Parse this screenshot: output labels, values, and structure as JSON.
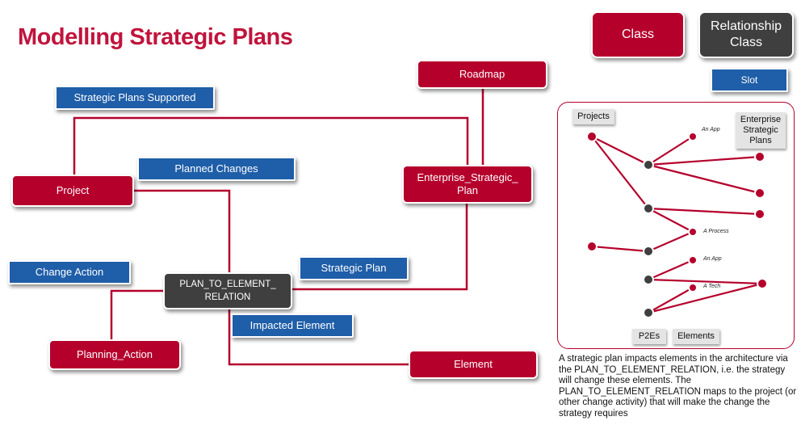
{
  "title": "Modelling Strategic Plans",
  "legend": {
    "class": "Class",
    "relationship_class": "Relationship Class",
    "slot": "Slot"
  },
  "nodes": {
    "roadmap": "Roadmap",
    "enterprise_strategic_plan": "Enterprise_Strategic_ Plan",
    "project": "Project",
    "plan_to_element_relation": "PLAN_TO_ELEMENT_ RELATION",
    "planning_action": "Planning_Action",
    "element": "Element"
  },
  "slots": {
    "strategic_plans_supported": "Strategic Plans Supported",
    "planned_changes": "Planned Changes",
    "change_action": "Change Action",
    "strategic_plan": "Strategic Plan",
    "impacted_element": "Impacted Element"
  },
  "inset": {
    "projects": "Projects",
    "enterprise_strategic_plans": "Enterprise Strategic Plans",
    "an_app_1": "An App",
    "a_process": "A Process",
    "an_app_2": "An App",
    "a_tech": "A Tech",
    "p2es": "P2Es",
    "elements": "Elements"
  },
  "description": "A strategic plan impacts elements in the architecture via the PLAN_TO_ELEMENT_RELATION, i.e. the strategy will change these elements.  The PLAN_TO_ELEMENT_RELATION maps to the project (or other change activity) that will make the change the strategy requires",
  "colors": {
    "class": "#b5002c",
    "relationship": "#3f3f3f",
    "slot": "#1f5ea8",
    "title": "#c0143c"
  }
}
